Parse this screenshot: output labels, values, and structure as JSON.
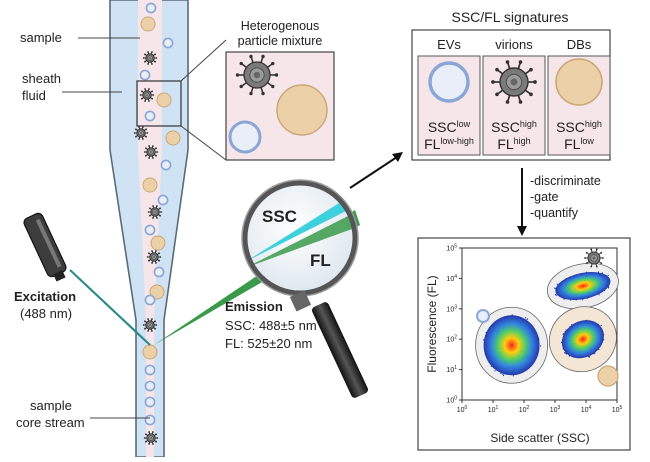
{
  "labels": {
    "sample": "sample",
    "sheath_1": "sheath",
    "sheath_2": "fluid",
    "mixture_1": "Heterogenous",
    "mixture_2": "particle mixture",
    "excitation_1": "Excitation",
    "excitation_2": "(488 nm)",
    "core_1": "sample",
    "core_2": "core stream",
    "ssc": "SSC",
    "fl": "FL",
    "emission_title": "Emission",
    "emission_ssc": "SSC: 488±5 nm",
    "emission_fl": "FL: 525±20 nm"
  },
  "signatures": {
    "title": "SSC/FL signatures",
    "columns": [
      {
        "name": "EVs",
        "ssc_sup": "low",
        "fl_sup": "low-high",
        "fill": "#e9eef8",
        "ring": "#8aa6d6"
      },
      {
        "name": "virions",
        "ssc_sup": "high",
        "fl_sup": "high",
        "fill": "#777777",
        "ring": "#333333"
      },
      {
        "name": "DBs",
        "ssc_sup": "high",
        "fl_sup": "low",
        "fill": "#ecd0a8",
        "ring": "#c8a874"
      }
    ],
    "ssc_base": "SSC",
    "fl_base": "FL"
  },
  "steps": [
    "-discriminate",
    "-gate",
    "-quantify"
  ],
  "plot": {
    "xlabel": "Side scatter (SSC)",
    "ylabel": "Fluorescence (FL)",
    "ticks_base": "10",
    "ticks_exp": [
      "0",
      "1",
      "2",
      "3",
      "4",
      "5"
    ],
    "log_scale": true,
    "clusters": [
      {
        "name": "virions",
        "x": 3.9,
        "y": 3.75
      },
      {
        "name": "EVs",
        "x": 1.6,
        "y": 1.8
      },
      {
        "name": "DBs",
        "x": 3.9,
        "y": 2.0
      }
    ]
  },
  "colors": {
    "sheath": "#cfe3f5",
    "core": "#f6e6ea",
    "accent_blue": "#8aa6d6",
    "beige": "#ecd0a8",
    "laser": "#2e8b8b",
    "ssc_beam": "#3fd0e0",
    "fl_beam": "#3a9a4a"
  }
}
